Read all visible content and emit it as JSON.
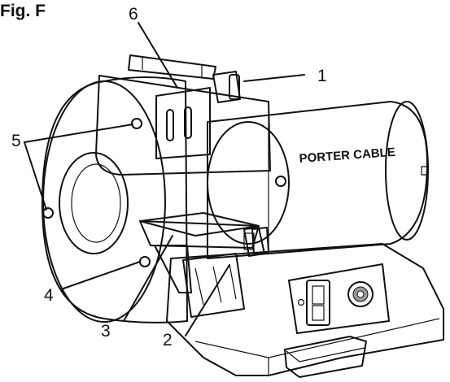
{
  "figure": {
    "title": "Fig. F",
    "brand": "PORTER CABLE",
    "callouts": [
      {
        "id": "1",
        "label": "1"
      },
      {
        "id": "2",
        "label": "2"
      },
      {
        "id": "3",
        "label": "3"
      },
      {
        "id": "4",
        "label": "4"
      },
      {
        "id": "5",
        "label": "5"
      },
      {
        "id": "6",
        "label": "6"
      }
    ]
  }
}
